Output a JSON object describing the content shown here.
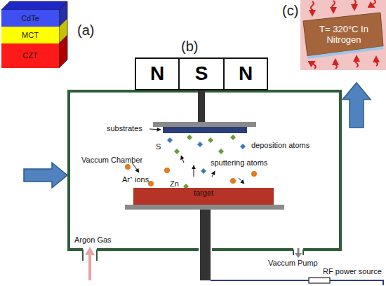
{
  "diagram": {
    "nodes": [
      {
        "text": [
          "CdTe"
        ]
      },
      {
        "text": [
          "MCT"
        ]
      },
      {
        "text": [
          "CZT"
        ]
      },
      {
        "text": [
          "T= 320°C In Nitrogen"
        ]
      },
      {
        "text": [
          "N"
        ]
      },
      {
        "text": [
          "S"
        ]
      },
      {
        "text": [
          "N"
        ]
      },
      {
        "text": [
          "Vaccum Chamber"
        ]
      },
      {
        "text": [
          "target"
        ],
        "in": 7
      }
    ],
    "labels": [
      "(a)",
      "(b)",
      "(c)",
      "substrates",
      "deposition atoms",
      "S",
      "sputtering atoms",
      "Ar⁺ ions",
      "Zn",
      "Argon Gas",
      "Vaccum Pump",
      "RF power source"
    ]
  }
}
